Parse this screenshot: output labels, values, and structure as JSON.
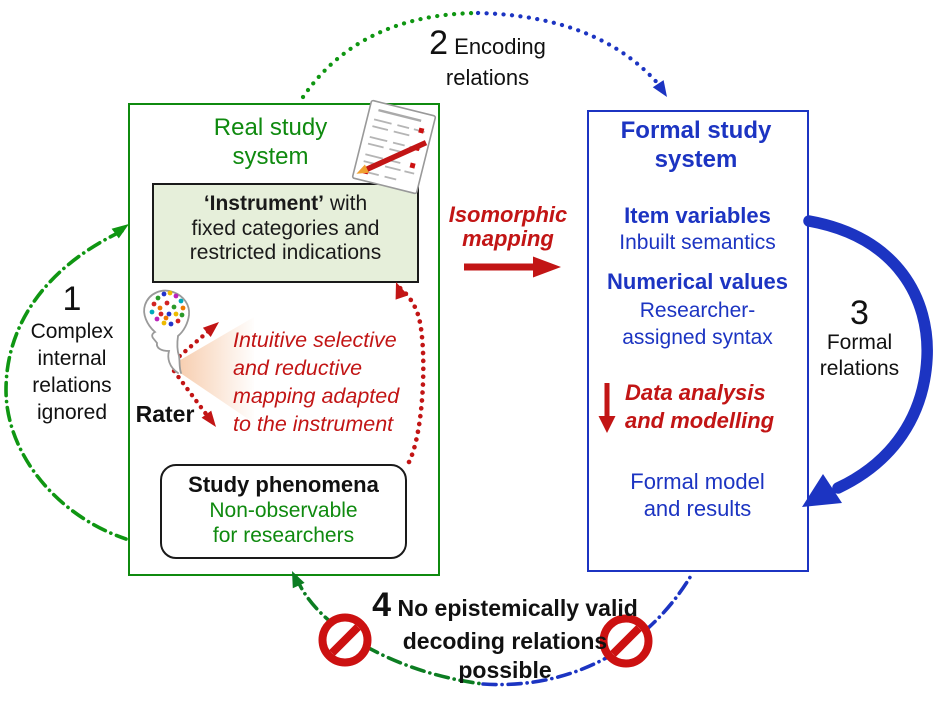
{
  "colors": {
    "green": "#0f8a0f",
    "blue": "#1c34c2",
    "red": "#c21515",
    "instrument_fill": "#e6efda",
    "prohibition_red": "#cc1111"
  },
  "icons": {
    "questionnaire": "questionnaire-sheet-with-red-pencil",
    "rater_head": "head-profile-with-colorful-brain",
    "prohibition": "no-entry-slashed-circle",
    "isomorphic_arrow": "solid-red-right-arrow",
    "analysis_arrow": "red-down-arrow",
    "formal_relations_arrow": "thick-blue-curved-arrow"
  },
  "real": {
    "title": "Real study system",
    "instrument": {
      "bold": "‘Instrument’",
      "rest": " with",
      "line2": "fixed categories and",
      "line3": "restricted indications"
    },
    "rater": "Rater",
    "intuitive": {
      "l1": "Intuitive selective",
      "l2": "and reductive",
      "l3": "mapping adapted",
      "l4": "to the instrument"
    },
    "phenomena": {
      "title": "Study phenomena",
      "l1": "Non-observable",
      "l2": "for researchers"
    }
  },
  "formal": {
    "title": "Formal study system",
    "item_h": "Item variables",
    "item_s": "Inbuilt semantics",
    "num_h": "Numerical values",
    "num_s1": "Researcher-",
    "num_s2": "assigned syntax",
    "analysis": {
      "l1": "Data analysis",
      "l2": "and modelling"
    },
    "model": {
      "l1": "Formal model",
      "l2": "and results"
    }
  },
  "iso": {
    "l1": "Isomorphic",
    "l2": "mapping"
  },
  "relations": {
    "r1": {
      "num": "1",
      "lines": [
        "Complex",
        "internal",
        "relations",
        "ignored"
      ]
    },
    "r2": {
      "num": "2",
      "l1": "Encoding",
      "l2": "relations"
    },
    "r3": {
      "num": "3",
      "l1": "Formal",
      "l2": "relations"
    },
    "r4": {
      "num": "4",
      "l1": "No epistemically valid",
      "l2": "decoding relations",
      "l3": "possible"
    }
  }
}
